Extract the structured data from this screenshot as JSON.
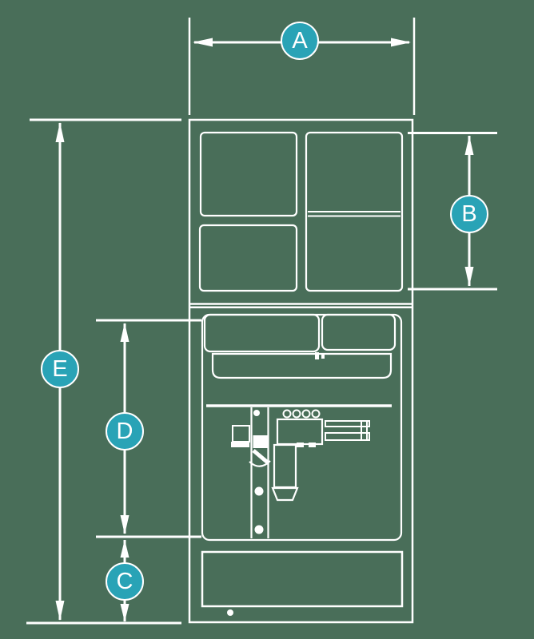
{
  "diagram": {
    "type": "dimension-diagram",
    "subject": "front elevation line drawing of an appliance unit with upper cabinet doors, sink with plumbing, and base drawer",
    "colors": {
      "background": "#496e59",
      "line": "#ffffff",
      "badge_fill": "#29a3b6",
      "badge_border": "#ffffff",
      "badge_text": "#ffffff"
    },
    "badges": [
      {
        "id": "a",
        "label": "A"
      },
      {
        "id": "b",
        "label": "B"
      },
      {
        "id": "c",
        "label": "C"
      },
      {
        "id": "d",
        "label": "D"
      },
      {
        "id": "e",
        "label": "E"
      }
    ]
  }
}
